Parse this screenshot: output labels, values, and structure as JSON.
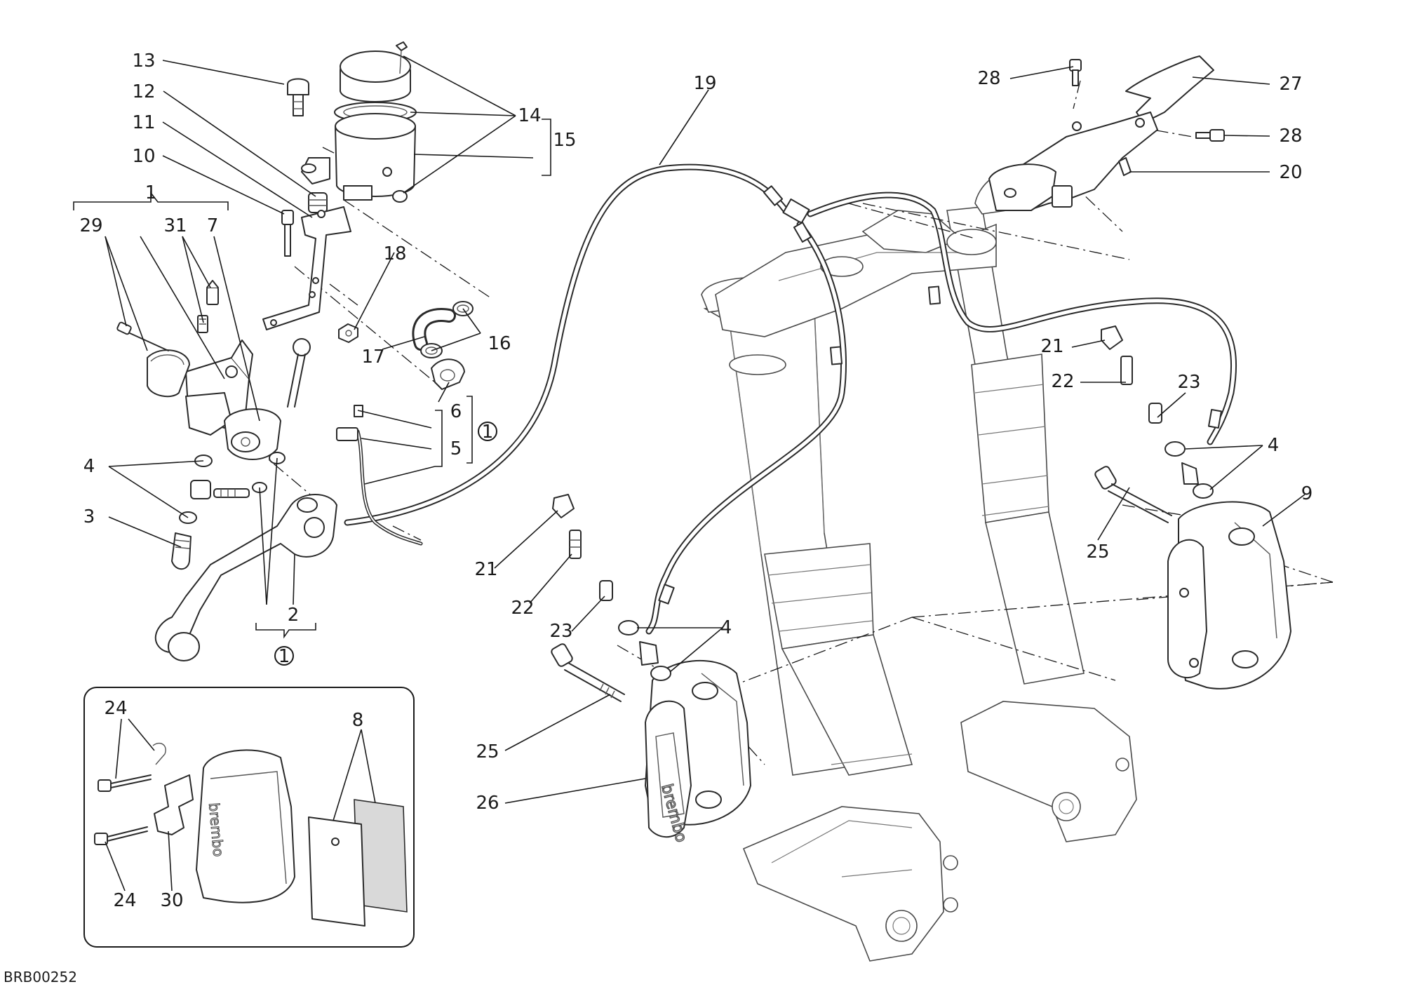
{
  "diagram": {
    "drawing_code": "BRB00252",
    "part_numbers": {
      "p1": "1",
      "p2": "2",
      "p3": "3",
      "p4": "4",
      "p5": "5",
      "p6": "6",
      "p7": "7",
      "p8": "8",
      "p9": "9",
      "p10": "10",
      "p11": "11",
      "p12": "12",
      "p13": "13",
      "p14": "14",
      "p15": "15",
      "p16": "16",
      "p17": "17",
      "p18": "18",
      "p19": "19",
      "p20": "20",
      "p21": "21",
      "p22": "22",
      "p23": "23",
      "p24": "24",
      "p25": "25",
      "p26": "26",
      "p27": "27",
      "p28": "28",
      "p29": "29",
      "p30": "30",
      "p31": "31"
    },
    "kit_marker": "1"
  }
}
